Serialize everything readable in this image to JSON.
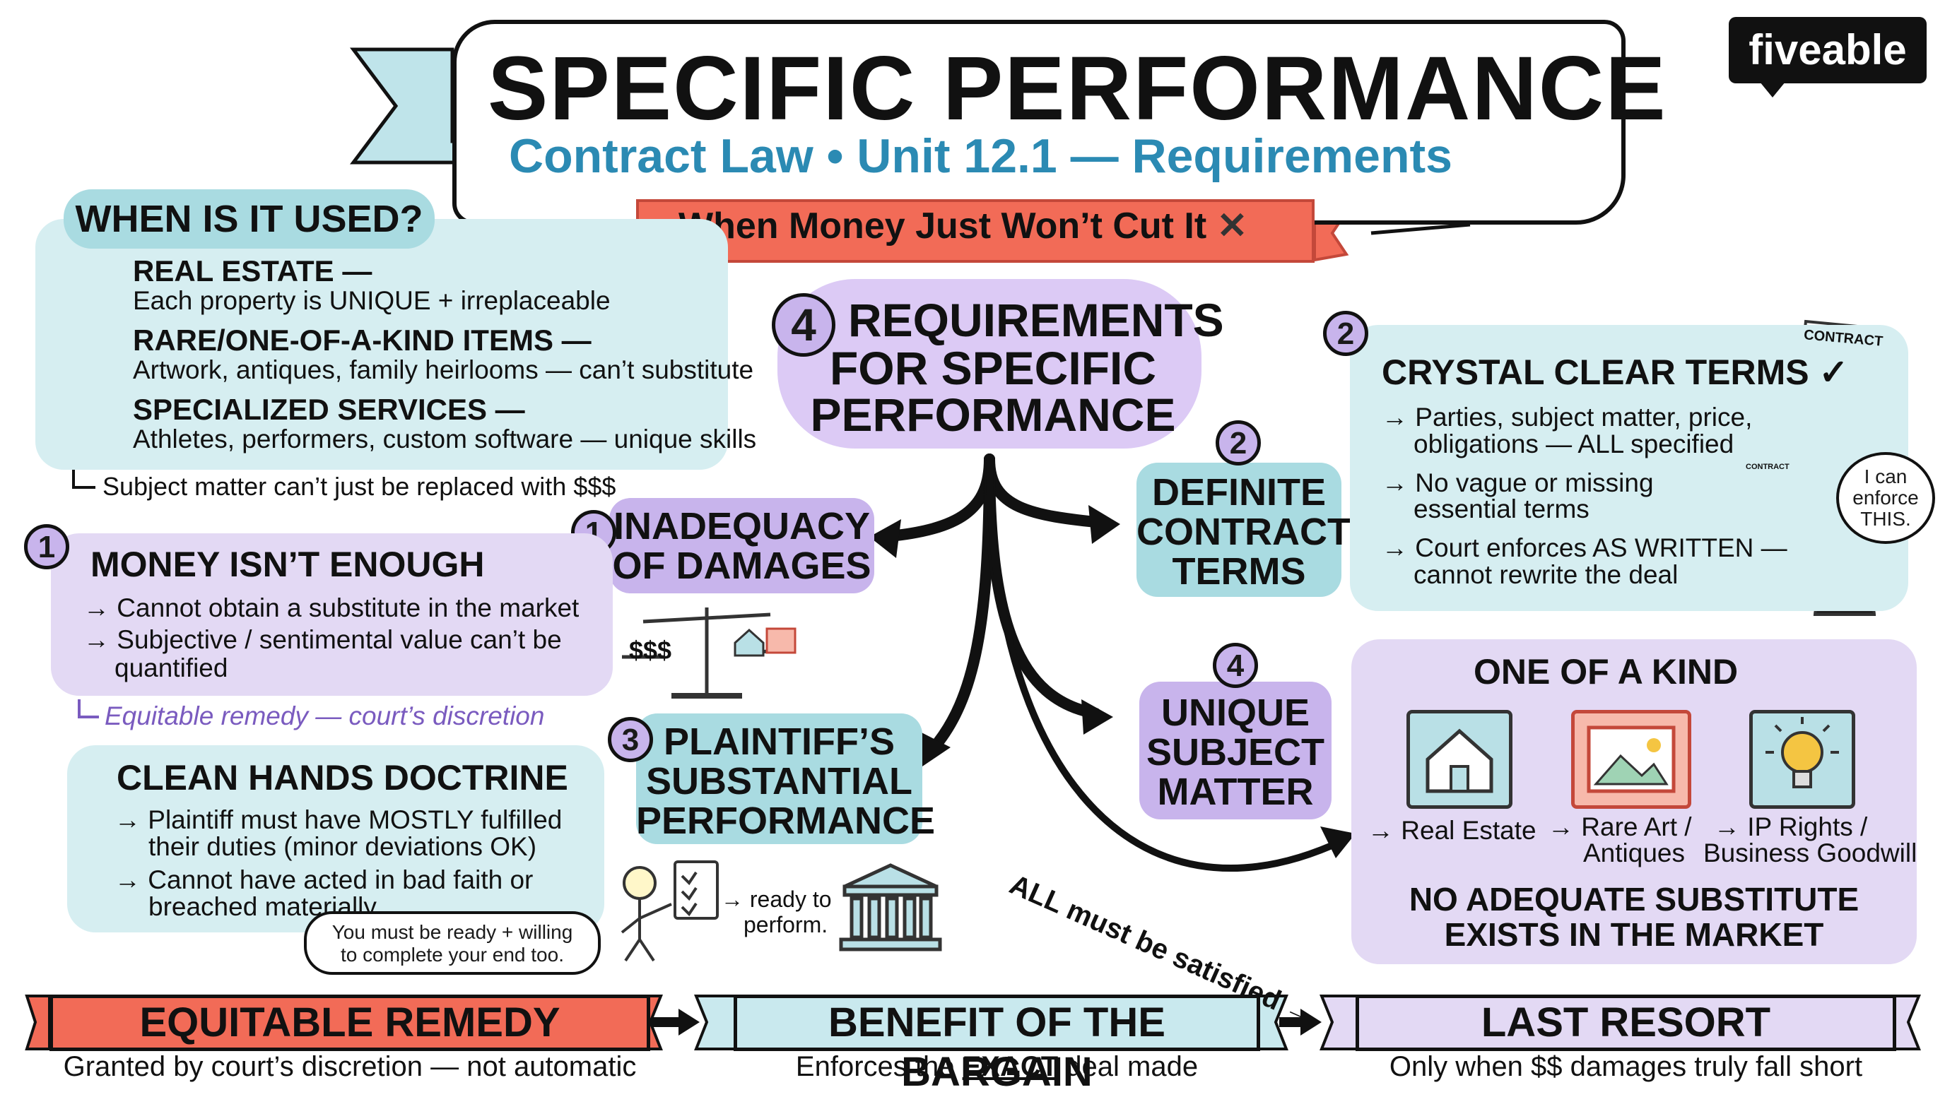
{
  "header": {
    "title": "SPECIFIC PERFORMANCE",
    "subtitle": "Contract Law • Unit 12.1 — Requirements",
    "logo": "fiveable",
    "ribbon": "When Money Just Won’t Cut It"
  },
  "when_used": {
    "heading": "WHEN IS IT USED?",
    "items": [
      {
        "icon": "house-icon",
        "title": "REAL ESTATE —",
        "desc": "Each property is UNIQUE + irreplaceable"
      },
      {
        "icon": "picture-frame-icon",
        "title": "RARE/ONE-OF-A-KIND ITEMS —",
        "desc": "Artwork, antiques, family heirlooms — can’t substitute"
      },
      {
        "icon": "person-badge-icon",
        "title": "SPECIALIZED SERVICES —",
        "desc": "Athletes, performers, custom software — unique skills"
      }
    ],
    "footnote": "Subject matter can’t just be replaced with $$$"
  },
  "center": {
    "number": "4",
    "title_lines": [
      "REQUIREMENTS",
      "FOR SPECIFIC",
      "PERFORMANCE"
    ]
  },
  "req1": {
    "number": "1",
    "tag_lines": [
      "INADEQUACY",
      "OF DAMAGES"
    ],
    "heading": "MONEY ISN’T ENOUGH",
    "bullets": [
      "→ Cannot obtain a substitute in the market",
      "→ Subjective / sentimental value can’t be",
      "quantified"
    ],
    "footnote": "Equitable remedy — court’s discretion",
    "scale_label": "$$$"
  },
  "req2": {
    "number": "2",
    "tag_lines": [
      "DEFINITE",
      "CONTRACT",
      "TERMS"
    ],
    "panel_number": "2",
    "heading": "CRYSTAL CLEAR TERMS ✓",
    "bullets": [
      "→ Parties, subject matter, price,",
      "obligations — ALL specified",
      "→ No vague or missing",
      "essential terms",
      "→ Court enforces AS WRITTEN —",
      "cannot rewrite the deal"
    ],
    "doc_label": "CONTRACT",
    "small_doc_label": "CONTRACT",
    "speech_lines": [
      "I can",
      "enforce",
      "THIS."
    ]
  },
  "req3": {
    "number": "3",
    "tag_lines": [
      "PLAINTIFF’S",
      "SUBSTANTIAL",
      "PERFORMANCE"
    ],
    "heading": "CLEAN HANDS DOCTRINE",
    "bullets": [
      "→ Plaintiff must have MOSTLY fulfilled",
      "their duties (minor deviations OK)",
      "→ Cannot have acted in bad faith or",
      "breached materially"
    ],
    "speech_lines": [
      "You must be ready + willing",
      "to complete your end too."
    ],
    "ready_lines": [
      "→ ready to",
      "perform."
    ]
  },
  "req4": {
    "number": "4",
    "tag_lines": [
      "UNIQUE",
      "SUBJECT",
      "MATTER"
    ],
    "heading": "ONE OF A KIND",
    "cards": [
      {
        "icon": "house-icon",
        "label_lines": [
          "→ Real Estate"
        ]
      },
      {
        "icon": "picture-frame-icon",
        "label_lines": [
          "→ Rare Art /",
          "Antiques"
        ]
      },
      {
        "icon": "lightbulb-icon",
        "label_lines": [
          "→ IP Rights /",
          "Business Goodwill"
        ]
      }
    ],
    "bottom_lines": [
      "NO ADEQUATE SUBSTITUTE",
      "EXISTS IN THE MARKET"
    ]
  },
  "arrow_label": "ALL must be satisfied →",
  "bottom": [
    {
      "label": "EQUITABLE REMEDY",
      "caption": "Granted by court’s discretion — not automatic",
      "color": "#f26b57"
    },
    {
      "label": "BENEFIT OF THE BARGAIN",
      "caption_pre": "Enforces the ",
      "caption_em": "EXACT",
      "caption_post": " deal made",
      "color": "#c9e9ee"
    },
    {
      "label": "LAST RESORT",
      "caption": "Only when $$ damages truly fall short",
      "color": "#e3d9f4"
    }
  ],
  "colors": {
    "teal": "#d6eef1",
    "lavender": "#e3d9f4",
    "coral": "#f26b57",
    "blue_text": "#2b8ab3",
    "purple_text": "#7a5bbf"
  }
}
